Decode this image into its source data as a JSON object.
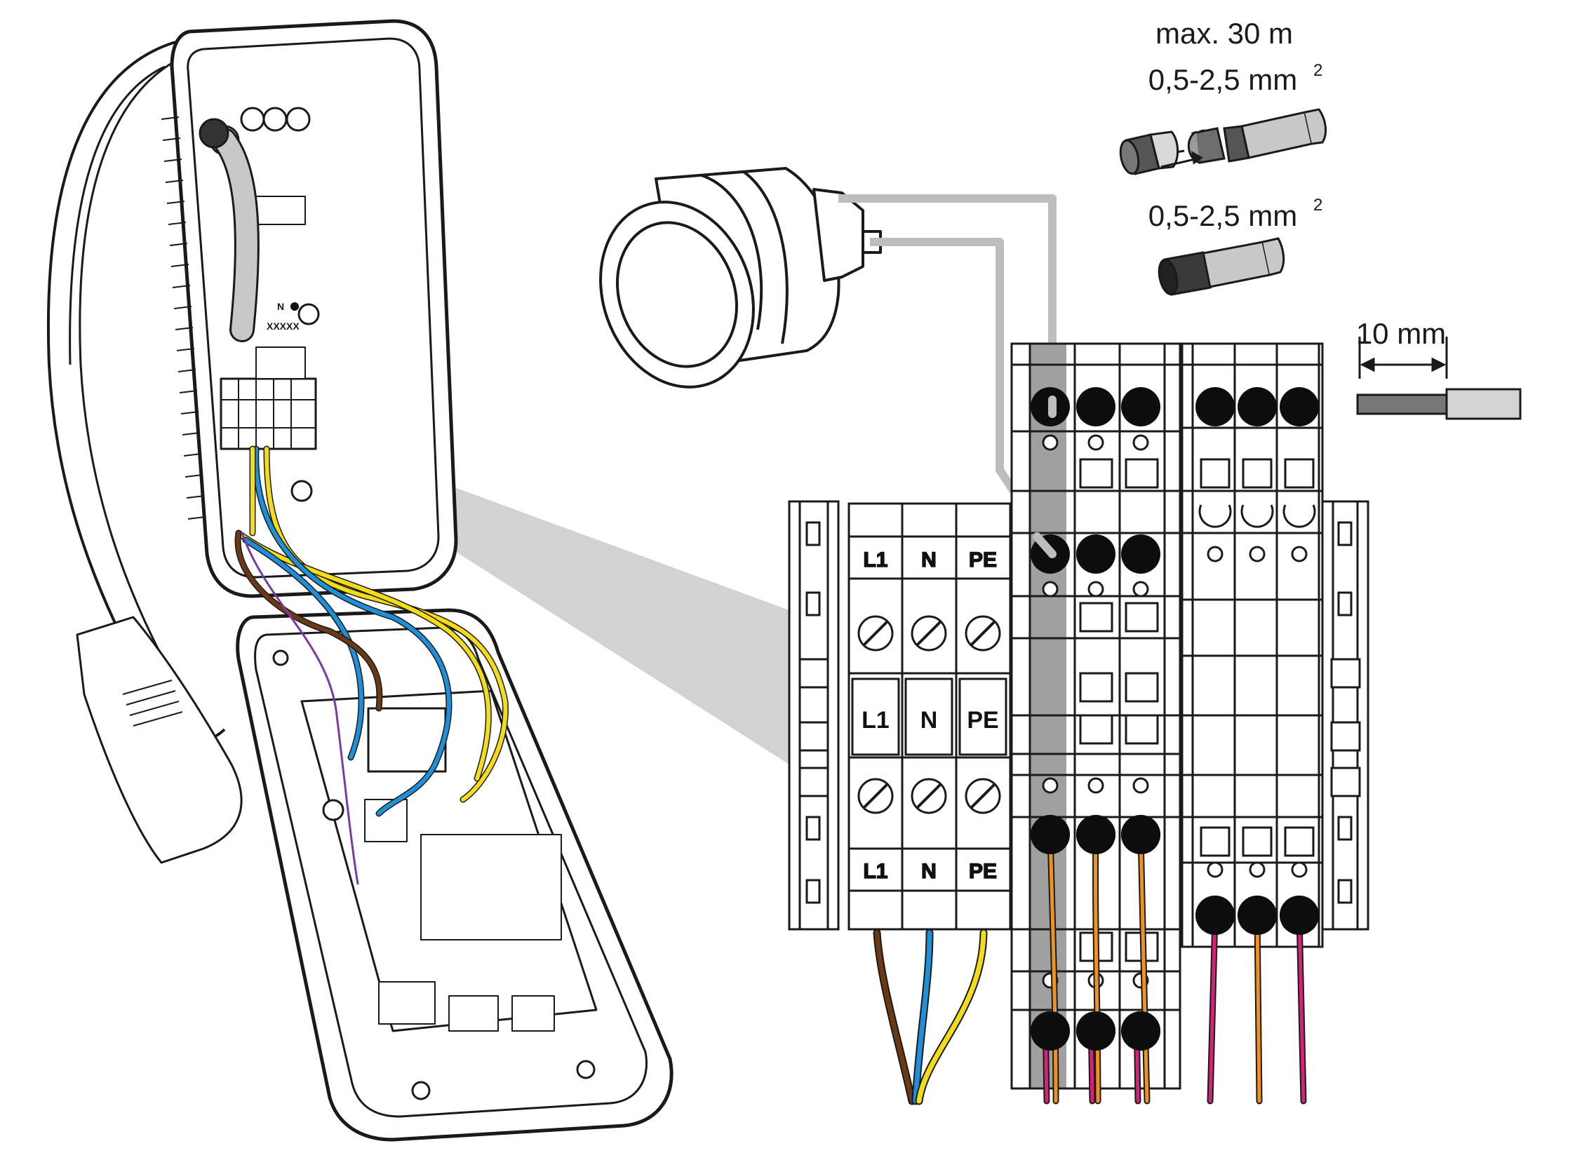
{
  "spec": {
    "max_length": "max. 30 m",
    "cross_section_ferrule": "0,5-2,5 mm",
    "cross_section_solid": "0,5-2,5 mm",
    "superscript": "2",
    "strip_length": "10 mm"
  },
  "terminal": {
    "top_labels": [
      "L1",
      "N",
      "PE"
    ],
    "middle_labels": [
      "L1",
      "N",
      "PE"
    ],
    "bottom_labels": [
      "L1",
      "N",
      "PE"
    ]
  },
  "device": {
    "sticker_id": "XXXXX",
    "sticker_mark": "N"
  },
  "colors": {
    "brown": "#6b3a14",
    "blue": "#1f8fd8",
    "yellow": "#f4dc1a",
    "orange": "#f0931e",
    "magenta": "#d4217a",
    "grey_lead": "#c8c8c8",
    "grey_callout": "#d0d0d0"
  }
}
